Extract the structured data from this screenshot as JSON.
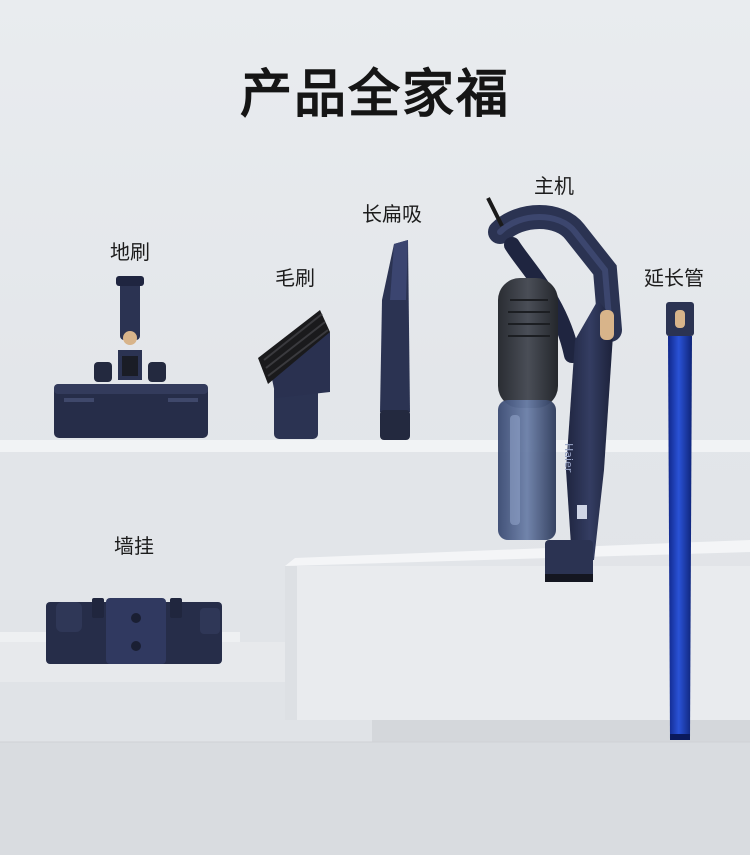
{
  "title": "产品全家福",
  "labels": {
    "floor_brush": "地刷",
    "bristle_brush": "毛刷",
    "crevice_tool": "长扁吸",
    "main_unit": "主机",
    "extension_tube": "延长管",
    "wall_mount": "墙挂"
  },
  "brand_logo": "Haier",
  "colors": {
    "product_navy": "#2b3352",
    "extension_blue": "#1a3fb8",
    "accent_copper": "#d8b48a"
  }
}
